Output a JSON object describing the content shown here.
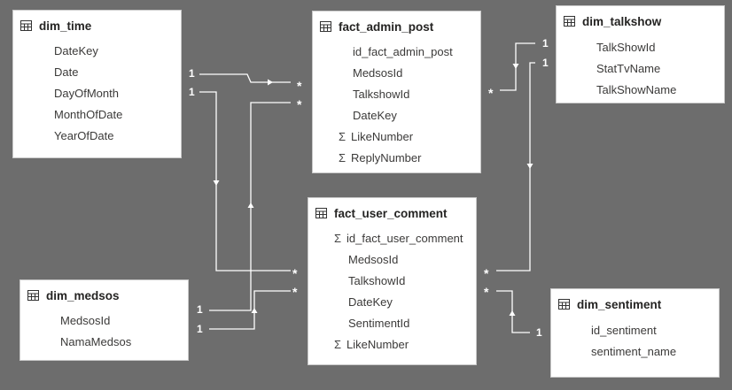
{
  "tables": {
    "dim_time": {
      "title": "dim_time",
      "fields": [
        "DateKey",
        "Date",
        "DayOfMonth",
        "MonthOfDate",
        "YearOfDate"
      ]
    },
    "fact_admin_post": {
      "title": "fact_admin_post",
      "fields": [
        "id_fact_admin_post",
        "MedsosId",
        "TalkshowId",
        "DateKey",
        "LikeNumber",
        "ReplyNumber"
      ],
      "sum_fields": [
        "LikeNumber",
        "ReplyNumber"
      ]
    },
    "dim_talkshow": {
      "title": "dim_talkshow",
      "fields": [
        "TalkShowId",
        "StatTvName",
        "TalkShowName"
      ]
    },
    "fact_user_comment": {
      "title": "fact_user_comment",
      "fields": [
        "id_fact_user_comment",
        "MedsosId",
        "TalkshowId",
        "DateKey",
        "SentimentId",
        "LikeNumber"
      ],
      "sum_fields": [
        "id_fact_user_comment",
        "LikeNumber"
      ]
    },
    "dim_medsos": {
      "title": "dim_medsos",
      "fields": [
        "MedsosId",
        "NamaMedsos"
      ]
    },
    "dim_sentiment": {
      "title": "dim_sentiment",
      "fields": [
        "id_sentiment",
        "sentiment_name"
      ]
    }
  },
  "cardinality": {
    "one": "1",
    "many": "*"
  },
  "sigma_symbol": "Σ",
  "colors": {
    "canvas": "#6d6d6d",
    "card": "#ffffff",
    "line": "#ffffff",
    "title_text": "#252423"
  }
}
